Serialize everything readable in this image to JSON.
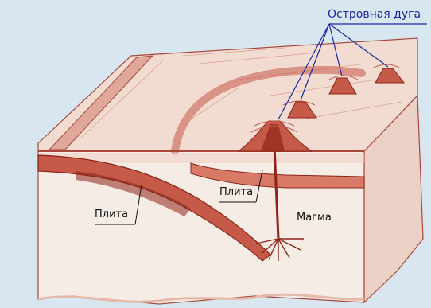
{
  "labels": {
    "island_arc": "Островная дуга",
    "plate_left": "Плита",
    "plate_center": "Плита",
    "magma": "Магма"
  },
  "colors": {
    "background": "#d8e6f0",
    "block_face": "#f6ece6",
    "block_top": "#f2dcd2",
    "rock_red": "#c55a48",
    "dark_red": "#8c2418",
    "pointer_blue": "#1a2aa0"
  },
  "icons": {
    "volcano": "volcano-icon"
  }
}
